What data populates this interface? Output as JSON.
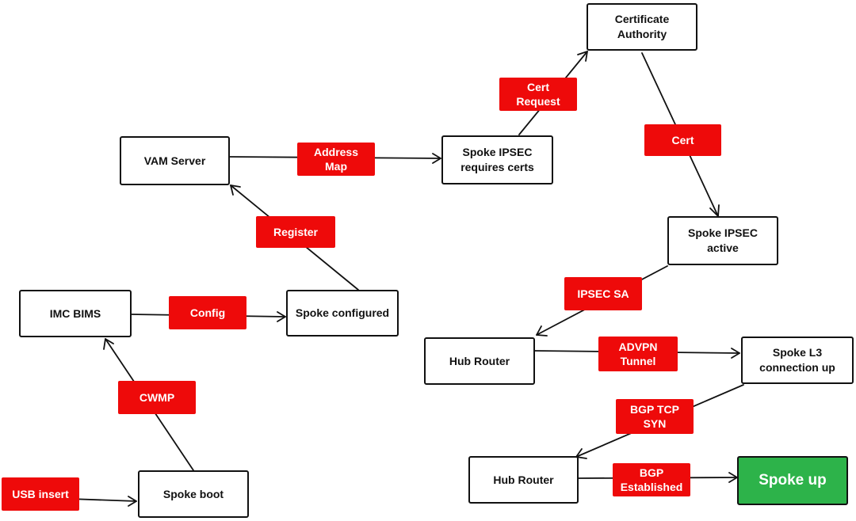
{
  "nodes": {
    "certificate_authority": "Certificate\nAuthority",
    "vam_server": "VAM Server",
    "spoke_ipsec_requires_certs": "Spoke IPSEC\nrequires certs",
    "spoke_ipsec_active": "Spoke IPSEC\nactive",
    "imc_bims": "IMC BIMS",
    "spoke_configured": "Spoke configured",
    "hub_router_1": "Hub Router",
    "spoke_l3_connection_up": "Spoke L3\nconnection up",
    "hub_router_2": "Hub Router",
    "spoke_up": "Spoke up",
    "spoke_boot": "Spoke boot"
  },
  "labels": {
    "address_map": "Address\nMap",
    "cert_request": "Cert\nRequest",
    "cert": "Cert",
    "register": "Register",
    "config": "Config",
    "ipsec_sa": "IPSEC SA",
    "advpn_tunnel": "ADVPN\nTunnel",
    "cwmp": "CWMP",
    "bgp_tcp_syn": "BGP TCP\nSYN",
    "bgp_established": "BGP\nEstablished",
    "usb_insert": "USB insert"
  },
  "colors": {
    "label_fill": "#ee0a0a",
    "label_text": "#ffffff",
    "success_fill": "#2db34a",
    "node_border": "#111111"
  }
}
